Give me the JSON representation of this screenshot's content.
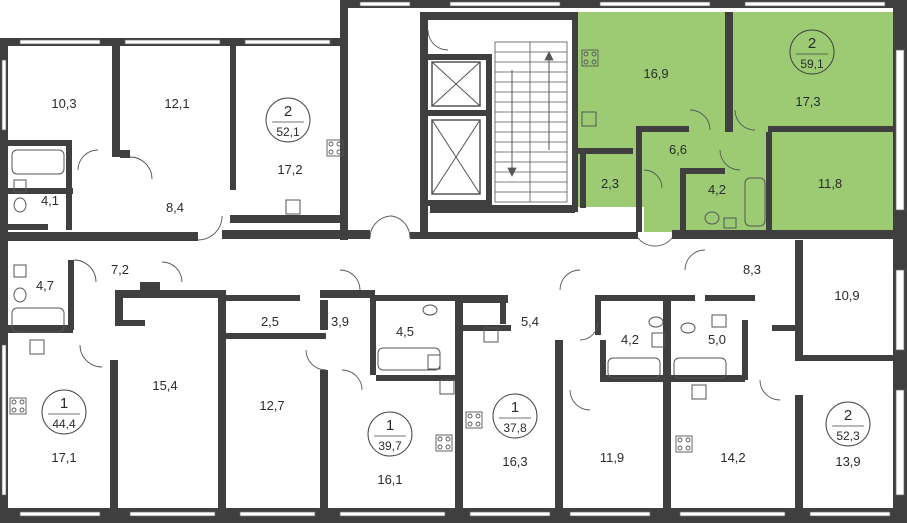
{
  "colors": {
    "wall": "#3f3f3f",
    "highlight": "#9ccb74",
    "window": "#ffffff",
    "text": "#2b2b2b"
  },
  "badges": [
    {
      "id": "apt-top-left",
      "rooms": "2",
      "area": "52,1"
    },
    {
      "id": "apt-top-right",
      "rooms": "2",
      "area": "59,1"
    },
    {
      "id": "apt-bottom-left",
      "rooms": "1",
      "area": "44,4"
    },
    {
      "id": "apt-bottom-mid-1",
      "rooms": "1",
      "area": "39,7"
    },
    {
      "id": "apt-bottom-mid-2",
      "rooms": "1",
      "area": "37,8"
    },
    {
      "id": "apt-bottom-right",
      "rooms": "2",
      "area": "52,3"
    }
  ],
  "rooms": [
    "10,3",
    "12,1",
    "17,2",
    "4,1",
    "8,4",
    "16,9",
    "17,3",
    "6,6",
    "2,3",
    "4,2",
    "11,8",
    "7,2",
    "4,7",
    "8,3",
    "10,9",
    "2,5",
    "3,9",
    "4,5",
    "5,4",
    "4,2",
    "5,0",
    "15,4",
    "12,7",
    "17,1",
    "16,1",
    "16,3",
    "11,9",
    "14,2",
    "13,9"
  ]
}
